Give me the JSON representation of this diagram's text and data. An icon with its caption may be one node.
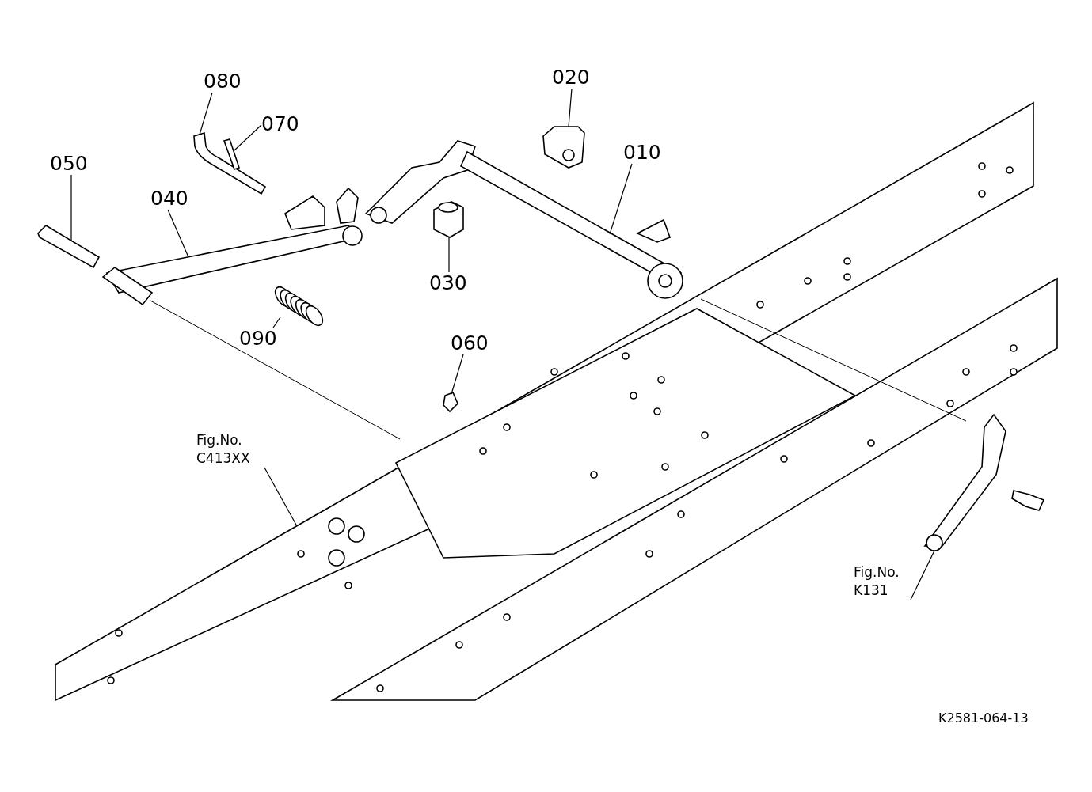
{
  "diagram": {
    "nodes": [
      {
        "text": [
          "020"
        ]
      },
      {
        "text": [
          "080"
        ]
      },
      {
        "text": [
          "070"
        ]
      },
      {
        "text": [
          "010"
        ]
      },
      {
        "text": [
          "050"
        ]
      },
      {
        "text": [
          "040"
        ]
      },
      {
        "text": [
          "030"
        ]
      },
      {
        "text": [
          "090"
        ]
      },
      {
        "text": [
          "060"
        ]
      },
      {
        "text": [
          "Fig.No. C413XX"
        ]
      },
      {
        "text": [
          "Fig.No. K131"
        ]
      },
      {
        "text": [],
        "shape": "picture"
      },
      {
        "text": [],
        "shape": "picture"
      },
      {
        "text": [],
        "shape": "picture"
      },
      {
        "text": [],
        "shape": "picture"
      },
      {
        "text": [],
        "shape": "picture"
      },
      {
        "text": [],
        "shape": "picture"
      },
      {
        "text": [],
        "shape": "picture"
      },
      {
        "text": [],
        "shape": "picture"
      },
      {
        "text": [],
        "shape": "picture"
      },
      {
        "text": [],
        "shape": "picture"
      },
      {
        "text": [],
        "shape": "picture"
      }
    ],
    "edges": [
      {
        "from": 0,
        "to": 11,
        "arrow": "none"
      },
      {
        "from": 1,
        "to": 12,
        "arrow": "none"
      },
      {
        "from": 2,
        "to": 13,
        "arrow": "none"
      },
      {
        "from": 3,
        "to": 14,
        "arrow": "none"
      },
      {
        "from": 4,
        "to": 15,
        "arrow": "none"
      },
      {
        "from": 5,
        "to": 16,
        "arrow": "none"
      },
      {
        "from": 6,
        "to": 17,
        "arrow": "none"
      },
      {
        "from": 7,
        "to": 18,
        "arrow": "none"
      },
      {
        "from": 8,
        "to": 19,
        "arrow": "none"
      },
      {
        "from": 9,
        "to": 20,
        "arrow": "none"
      },
      {
        "from": 10,
        "to": 21,
        "arrow": "none"
      }
    ],
    "labels": [
      "K2581-064-13"
    ]
  }
}
